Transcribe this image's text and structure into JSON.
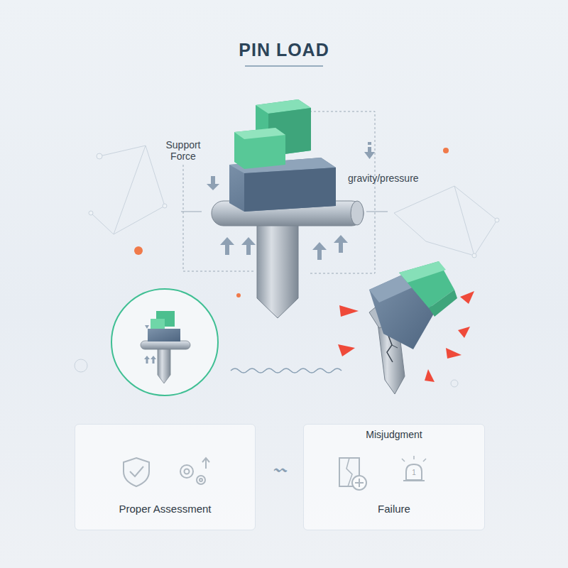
{
  "diagram": {
    "title": "PIN LOAD",
    "nodes": [
      {
        "text": [
          "Proper Assessment"
        ]
      },
      {
        "text": [
          "Misjudgment",
          "Failure"
        ]
      }
    ],
    "labels": [
      "Support Force",
      "gravity/pressure",
      "1"
    ]
  }
}
